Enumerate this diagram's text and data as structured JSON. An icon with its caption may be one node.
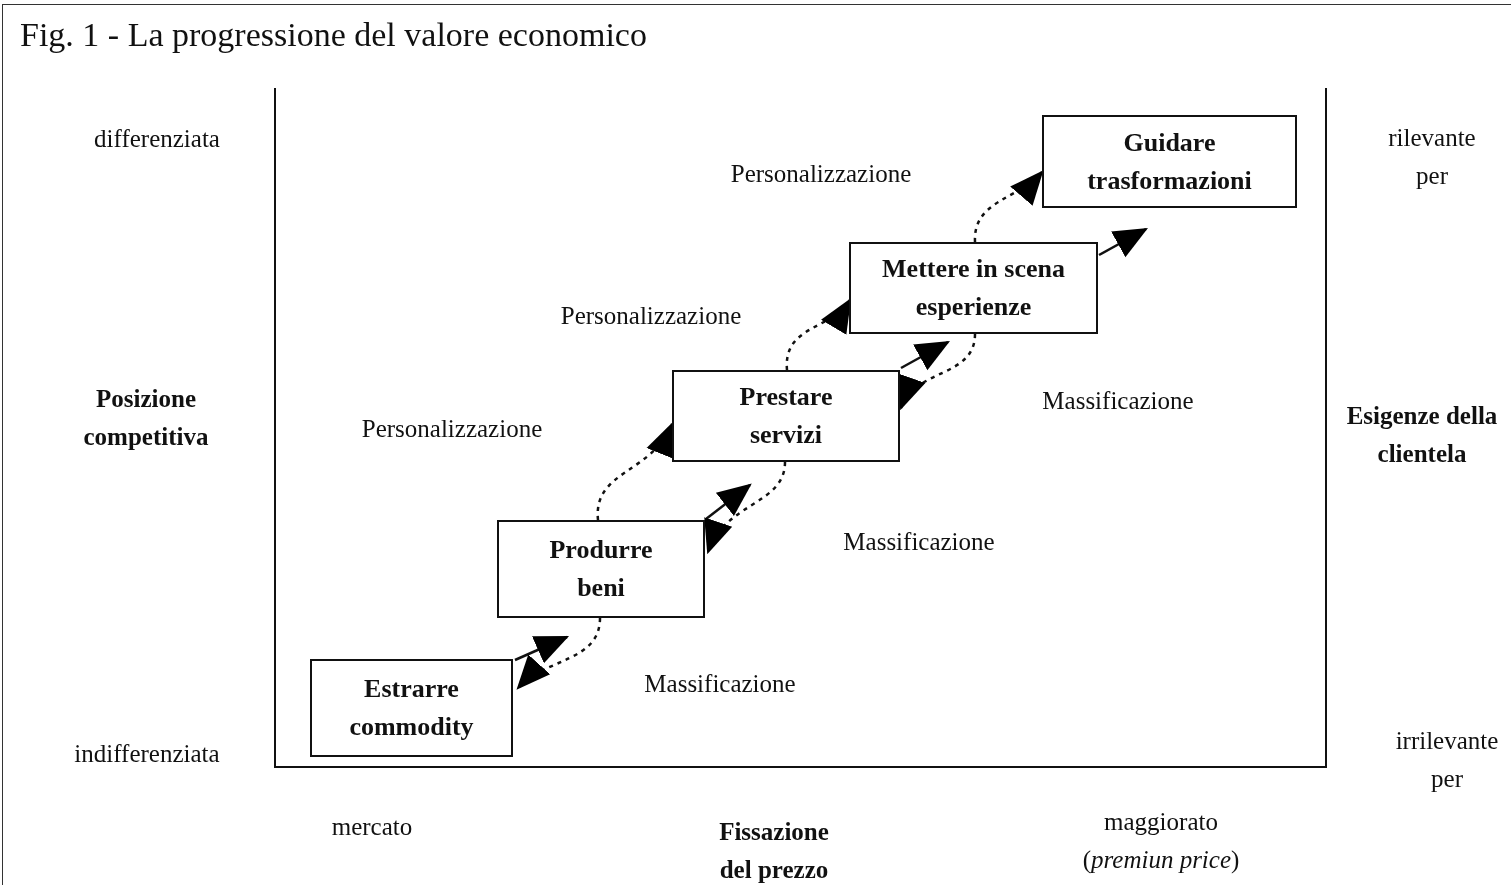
{
  "diagram": {
    "title": "Fig. 1 - La progressione del valore economico",
    "nodes": [
      {
        "text": [
          "Estrarre commodity"
        ]
      },
      {
        "text": [
          "Produrre beni"
        ]
      },
      {
        "text": [
          "Prestare servizi"
        ]
      },
      {
        "text": [
          "Mettere in scena esperienze"
        ]
      },
      {
        "text": [
          "Guidare trasformazioni"
        ]
      }
    ],
    "edges": [
      {
        "from": 0,
        "to": 1,
        "arrow": "to"
      },
      {
        "from": 1,
        "to": 2,
        "arrow": "to"
      },
      {
        "from": 2,
        "to": 3,
        "arrow": "to"
      },
      {
        "from": 3,
        "to": 4,
        "arrow": "to"
      },
      {
        "from": 1,
        "to": 0,
        "arrow": "to",
        "style": "dashed"
      },
      {
        "from": 2,
        "to": 1,
        "arrow": "to",
        "style": "dashed"
      },
      {
        "from": 3,
        "to": 2,
        "arrow": "to",
        "style": "dashed"
      },
      {
        "from": 1,
        "to": 2,
        "arrow": "to",
        "style": "dashed"
      },
      {
        "from": 2,
        "to": 3,
        "arrow": "to",
        "style": "dashed"
      },
      {
        "from": 3,
        "to": 4,
        "arrow": "to",
        "style": "dashed"
      }
    ],
    "labels": [
      "differenziata",
      "rilevante per",
      "Personalizzazione",
      "Personalizzazione",
      "Personalizzazione",
      "Posizione competitiva",
      "Massificazione",
      "Esigenze della clientela",
      "Massificazione",
      "Massificazione",
      "indifferenziata",
      "irrilevante per",
      "mercato",
      "Fissazione del prezzo",
      "maggiorato",
      "(*premiun price*)"
    ]
  }
}
